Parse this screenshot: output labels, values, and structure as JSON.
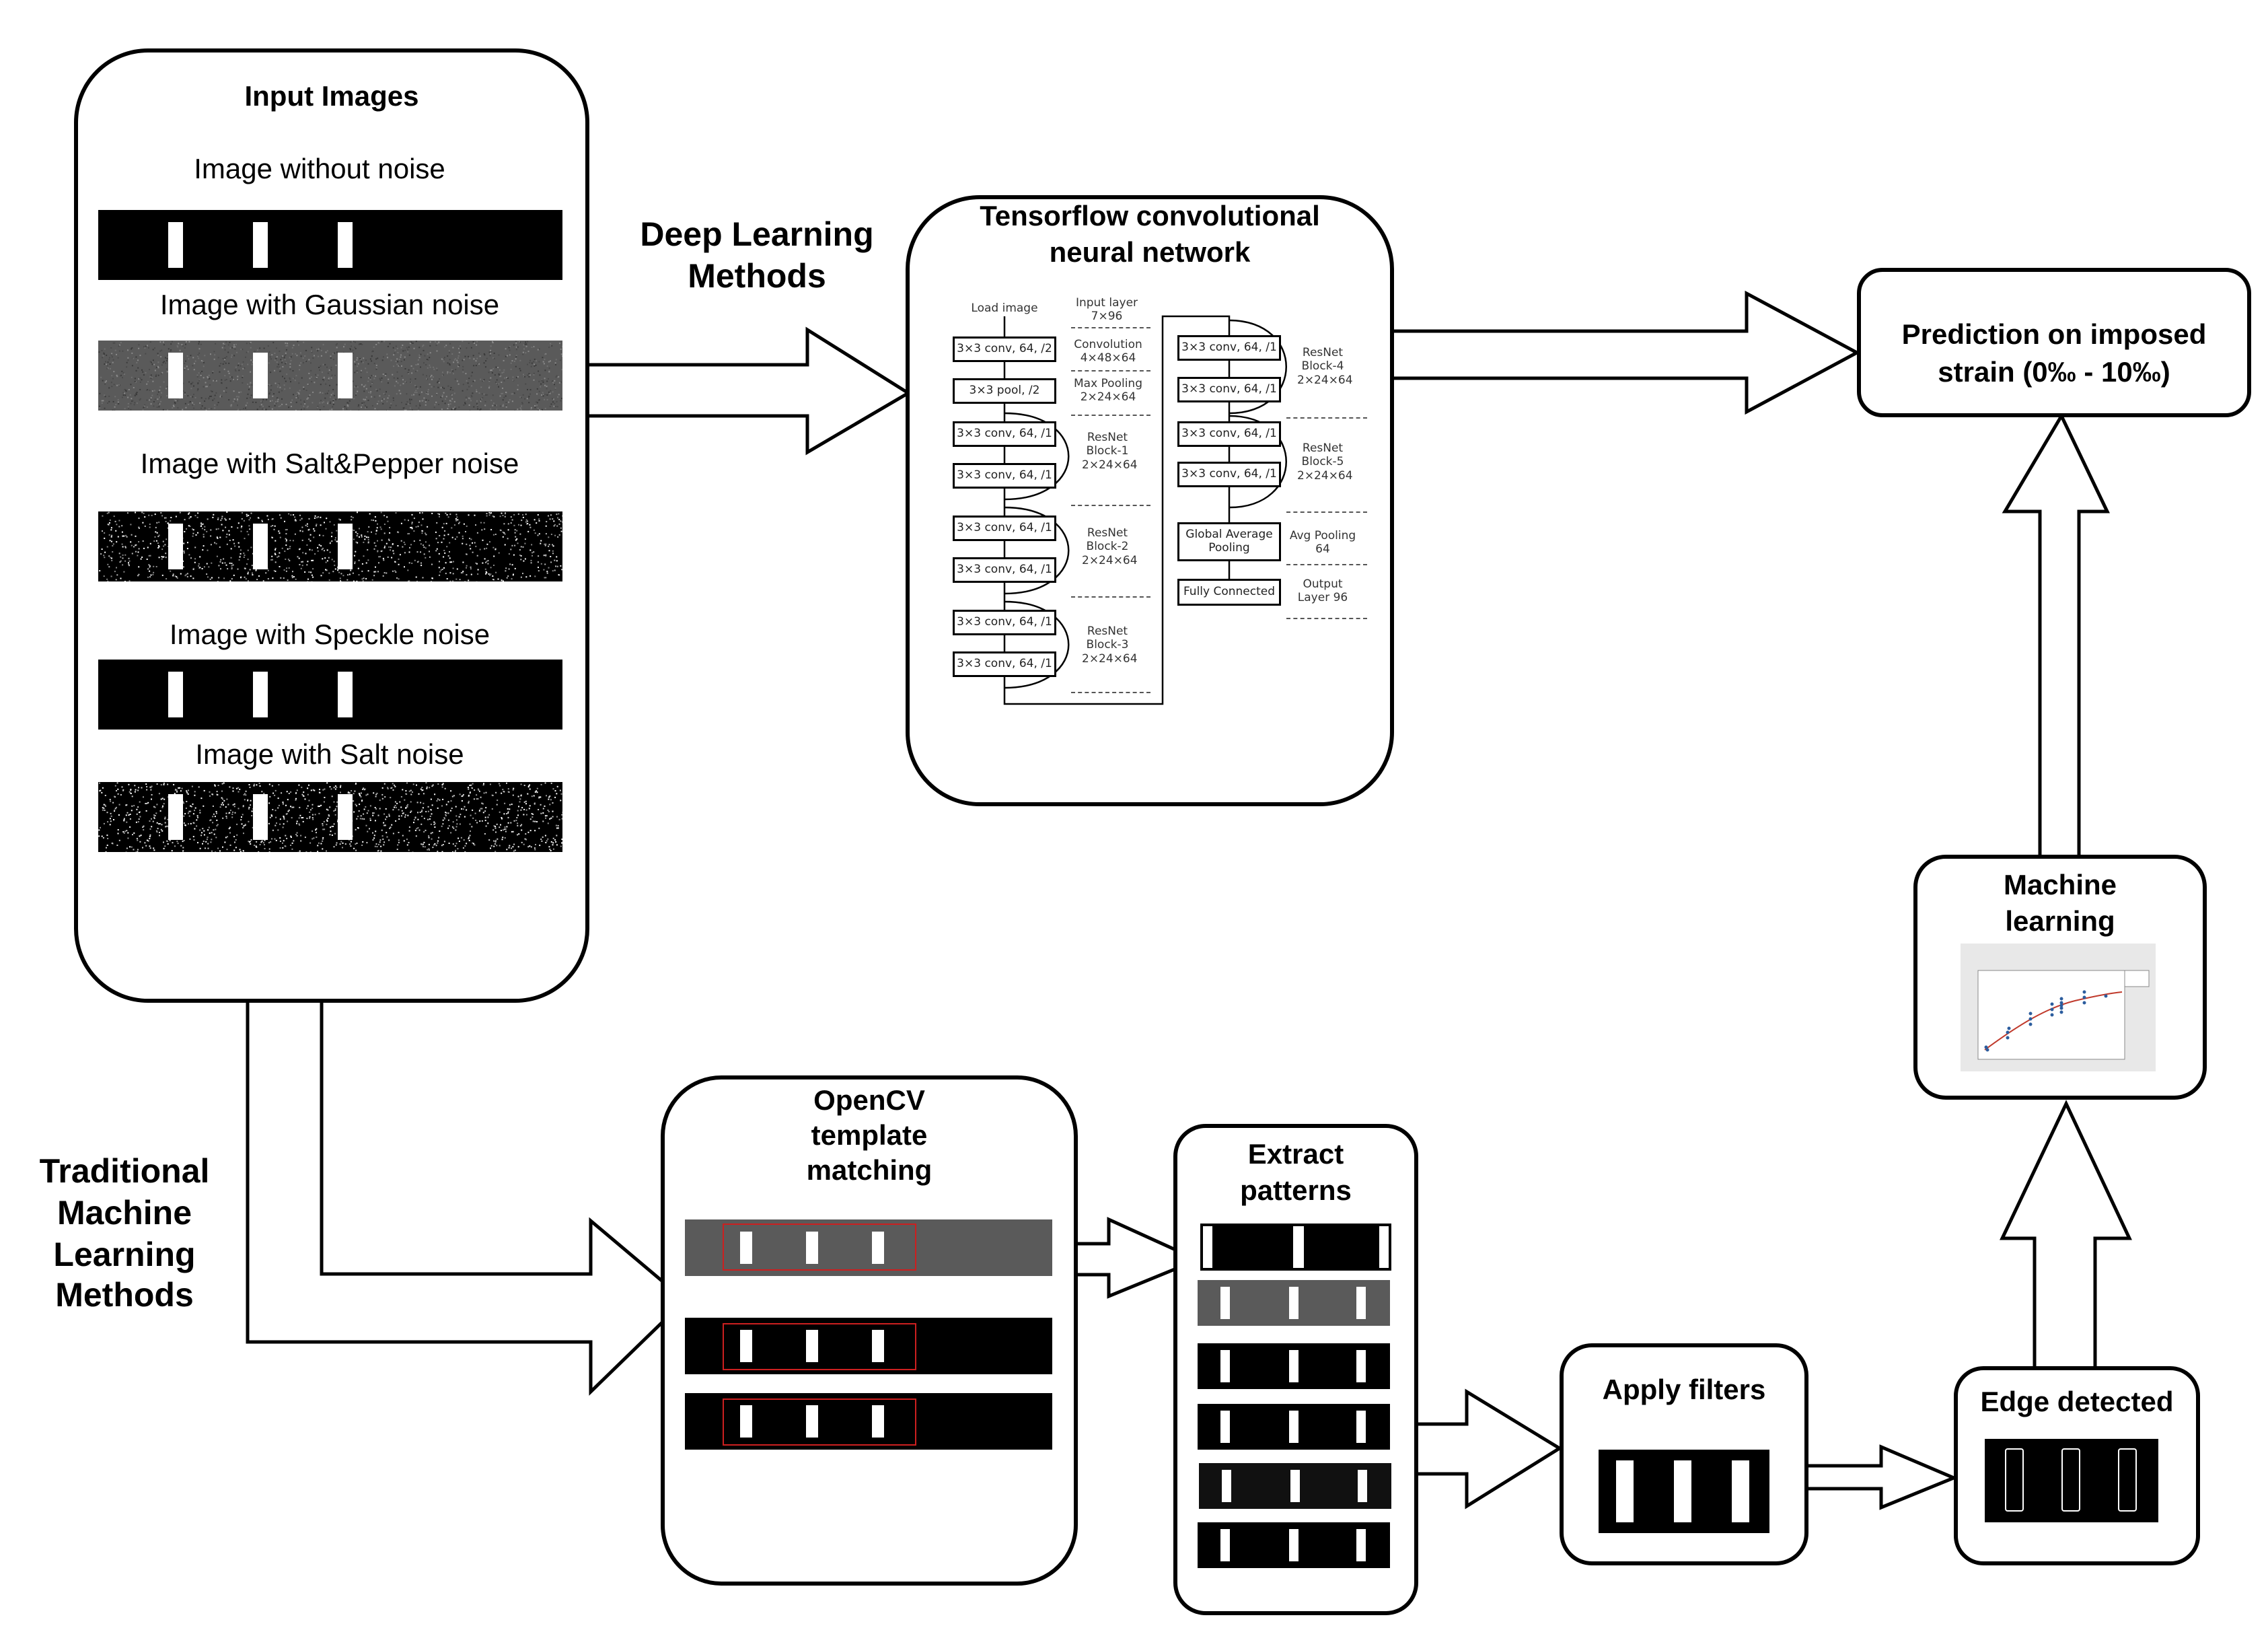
{
  "input": {
    "title": "Input Images",
    "images": [
      {
        "label": "Image without noise",
        "noise": "none"
      },
      {
        "label": "Image with Gaussian noise",
        "noise": "gaussian"
      },
      {
        "label": "Image with Salt&Pepper noise",
        "noise": "saltpepper"
      },
      {
        "label": "Image with Speckle noise",
        "noise": "speckle"
      },
      {
        "label": "Image with Salt noise",
        "noise": "salt"
      }
    ]
  },
  "deep_learning": {
    "label_line1": "Deep Learning",
    "label_line2": "Methods",
    "cnn_title_line1": "Tensorflow convolutional",
    "cnn_title_line2": "neural network",
    "cnn": {
      "load_image": "Load image",
      "layers_left": [
        "3×3 conv, 64, /2",
        "3×3 pool, /2",
        "3×3 conv, 64, /1",
        "3×3 conv, 64, /1",
        "3×3 conv, 64, /1",
        "3×3 conv, 64, /1",
        "3×3 conv, 64, /1",
        "3×3 conv, 64, /1"
      ],
      "labels_left": [
        "Input layer 7×96",
        "Convolution 4×48×64",
        "Max Pooling 2×24×64",
        "ResNet Block-1 2×24×64",
        "ResNet Block-2 2×24×64",
        "ResNet Block-3 2×24×64"
      ],
      "layers_right": [
        "3×3 conv, 64, /1",
        "3×3 conv, 64, /1",
        "3×3 conv, 64, /1",
        "3×3 conv, 64, /1",
        "Global Average Pooling",
        "Fully Connected"
      ],
      "labels_right": [
        "ResNet Block-4 2×24×64",
        "ResNet Block-5 2×24×64",
        "Avg Pooling 64",
        "Output Layer 96"
      ]
    }
  },
  "traditional": {
    "label_lines": [
      "Traditional",
      "Machine",
      "Learning",
      "Methods"
    ],
    "opencv_title_lines": [
      "OpenCV",
      "template",
      "matching"
    ],
    "extract_title_lines": [
      "Extract",
      "patterns"
    ],
    "filters_title": "Apply filters",
    "edge_title": "Edge detected",
    "ml_title_lines": [
      "Machine",
      "learning"
    ]
  },
  "prediction": {
    "line1": "Prediction on imposed",
    "line2": "strain (0‰ - 10‰)"
  },
  "colors": {
    "line": "#000000",
    "background": "#ffffff",
    "match_box": "#cc1f1f",
    "regression_line": "#c0392b",
    "points": "#2c5d9e"
  }
}
